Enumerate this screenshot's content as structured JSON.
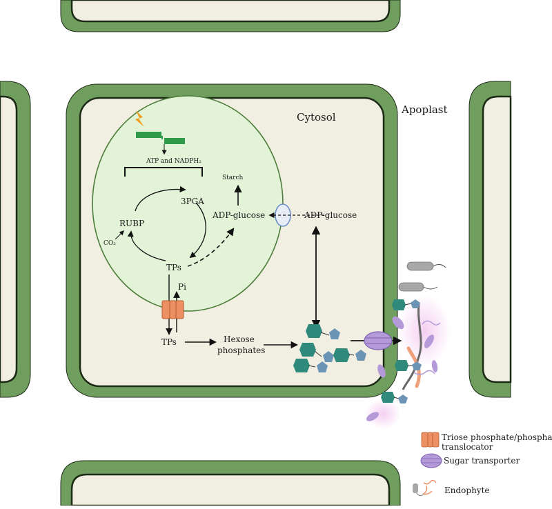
{
  "labels": {
    "cytosol": "Cytosol",
    "apoplast": "Apoplast",
    "atp_nadph": "ATP and NADPH₂",
    "starch": "Starch",
    "pga": "3PGA",
    "rubp": "RUBP",
    "co2": "CO₂",
    "adp_glucose_in": "ADP-glucose",
    "adp_glucose_out": "ADP-glucose",
    "tps_chloro": "TPs",
    "pi": "Pi",
    "tps_cyto": "TPs",
    "hexose_line1": "Hexose",
    "hexose_line2": "phosphates"
  },
  "legend": {
    "tpt": [
      "Triose phosphate/phosphate",
      "translocator"
    ],
    "sugar_transporter": "Sugar transporter",
    "endophyte": "Endophyte"
  },
  "colors": {
    "cell_wall": "#6f9e5e",
    "cell_wall_edge": "#1c2a16",
    "cytoplasm": "#f1efe2",
    "chloroplast": "#e2f3d7",
    "chloroplast_edge": "#4d7d3a",
    "teal": "#2f8a7c",
    "blue": "#6b94b5",
    "orange": "#ec9064",
    "purple": "#b49ad9",
    "gray": "#a8a8a8"
  }
}
